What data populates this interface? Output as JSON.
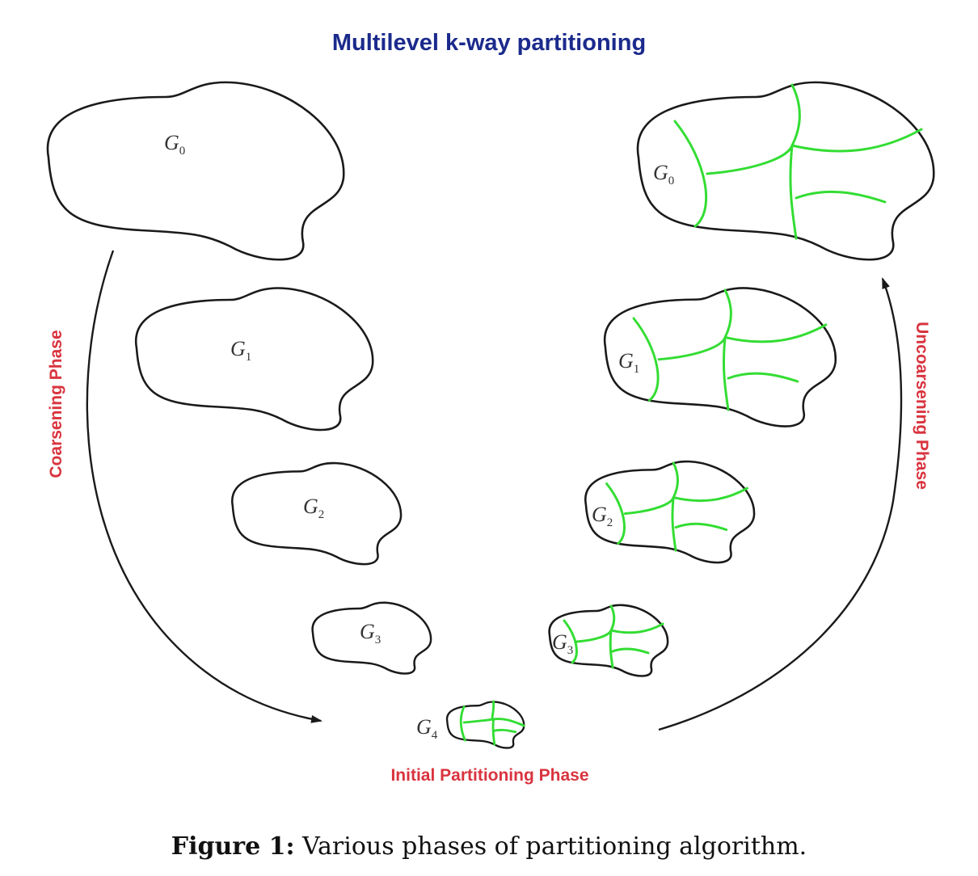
{
  "title": "Multilevel k-way partitioning",
  "phases": {
    "coarsening": "Coarsening Phase",
    "uncoarsening": "Uncoarsening Phase",
    "initial": "Initial Partitioning Phase"
  },
  "graphs_left": [
    {
      "base": "G",
      "sub": "0"
    },
    {
      "base": "G",
      "sub": "1"
    },
    {
      "base": "G",
      "sub": "2"
    },
    {
      "base": "G",
      "sub": "3"
    }
  ],
  "graph_center": {
    "base": "G",
    "sub": "4"
  },
  "graphs_right": [
    {
      "base": "G",
      "sub": "0"
    },
    {
      "base": "G",
      "sub": "1"
    },
    {
      "base": "G",
      "sub": "2"
    },
    {
      "base": "G",
      "sub": "3"
    }
  ],
  "caption": {
    "label": "Figure 1:",
    "text": "Various phases of partitioning algorithm."
  },
  "colors": {
    "title": "#1b2a8c",
    "phase_text": "#d9343f",
    "outline": "#1a1a1a",
    "partition_lines": "#33dd33"
  }
}
